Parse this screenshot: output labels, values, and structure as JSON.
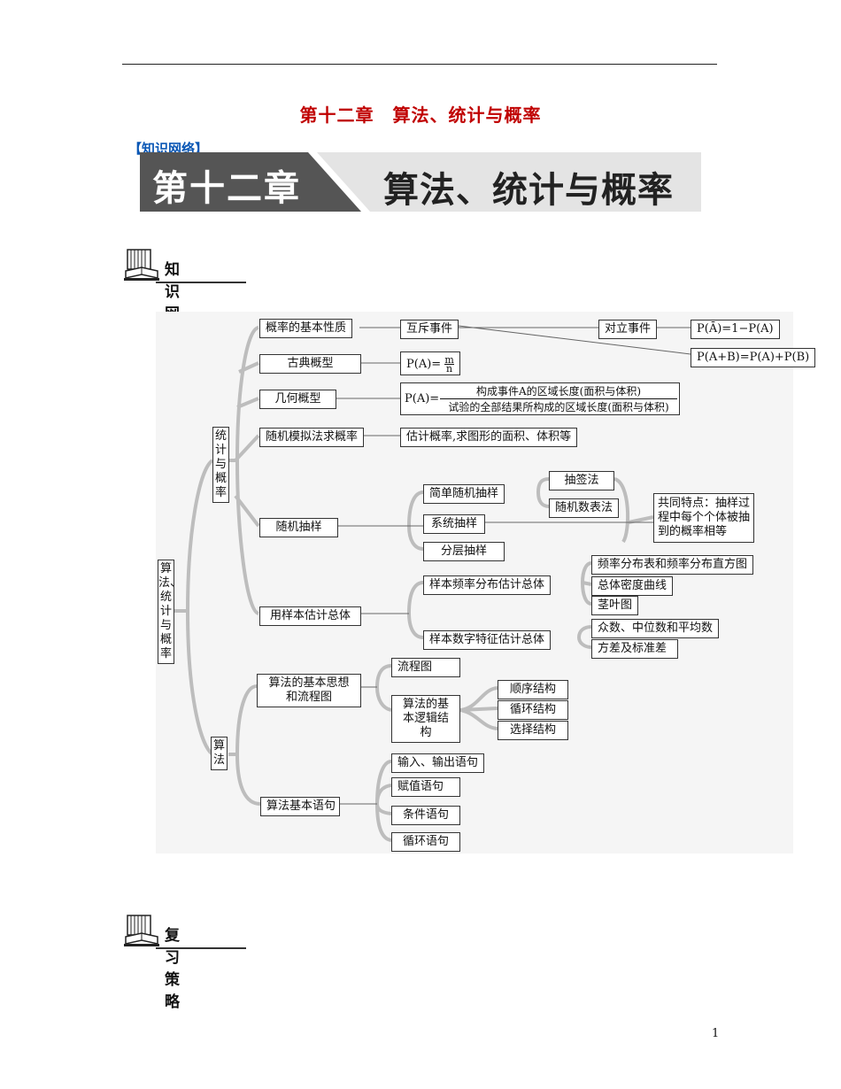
{
  "header": {
    "chapter_title": "第十二章　算法、统计与概率",
    "section_tag": "【知识网络】",
    "banner_left": "第十二章",
    "banner_right": "算法、统计与概率"
  },
  "sections": {
    "knowledge_network": "知识网络",
    "review_strategy": "复习策略"
  },
  "mindmap": {
    "root": "算法、统计与概率",
    "branch_stat": "统计与概率",
    "branch_algo": "算法",
    "prob_basic": "概率的基本性质",
    "mutually_exclusive": "互斥事件",
    "complementary": "对立事件",
    "complement_formula": "P(Ā)=1−P(A)",
    "union_formula": "P(A+B)=P(A)+P(B)",
    "classical": "古典概型",
    "classical_formula_left": "P(A)=",
    "classical_formula_num": "m",
    "classical_formula_den": "n",
    "geometric": "几何概型",
    "geometric_formula_left": "P(A)=",
    "geometric_formula_num": "构成事件A的区域长度(面积与体积)",
    "geometric_formula_den": "试验的全部结果所构成的区域长度(面积与体积)",
    "random_sim": "随机模拟法求概率",
    "random_sim_use": "估计概率,求图形的面积、体积等",
    "random_sampling": "随机抽样",
    "simple_random": "简单随机抽样",
    "lottery": "抽签法",
    "random_table": "随机数表法",
    "systematic": "系统抽样",
    "stratified": "分层抽样",
    "common_feature": "共同特点：抽样过程中每个个体被抽到的概率相等",
    "estimate_population": "用样本估计总体",
    "freq_dist": "样本频率分布估计总体",
    "freq_table": "频率分布表和频率分布直方图",
    "density_curve": "总体密度曲线",
    "stem_leaf": "茎叶图",
    "numeric_feature": "样本数字特征估计总体",
    "mode_median_mean": "众数、中位数和平均数",
    "variance_sd": "方差及标准差",
    "algo_idea": "算法的基本思想和流程图",
    "flowchart": "流程图",
    "algo_logic": "算法的基本逻辑结构",
    "sequence": "顺序结构",
    "loop": "循环结构",
    "selection": "选择结构",
    "algo_statements": "算法基本语句",
    "io_stmt": "输入、输出语句",
    "assign_stmt": "赋值语句",
    "cond_stmt": "条件语句",
    "loop_stmt": "循环语句"
  },
  "footer": {
    "page_number": "1"
  }
}
